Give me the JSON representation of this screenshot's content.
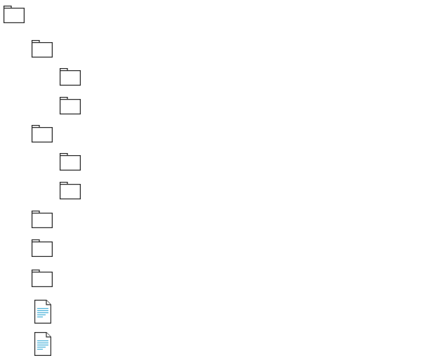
{
  "tree": {
    "nodes": [
      {
        "kind": "folder",
        "icon": "folder-icon",
        "depth": 0
      },
      {
        "kind": "folder",
        "icon": "folder-icon",
        "depth": 1
      },
      {
        "kind": "folder",
        "icon": "folder-icon",
        "depth": 2
      },
      {
        "kind": "folder",
        "icon": "folder-icon",
        "depth": 2
      },
      {
        "kind": "folder",
        "icon": "folder-icon",
        "depth": 1
      },
      {
        "kind": "folder",
        "icon": "folder-icon",
        "depth": 2
      },
      {
        "kind": "folder",
        "icon": "folder-icon",
        "depth": 2
      },
      {
        "kind": "folder",
        "icon": "folder-icon",
        "depth": 1
      },
      {
        "kind": "folder",
        "icon": "folder-icon",
        "depth": 1
      },
      {
        "kind": "folder",
        "icon": "folder-icon",
        "depth": 1
      },
      {
        "kind": "file",
        "icon": "text-file-icon",
        "depth": 1
      },
      {
        "kind": "file",
        "icon": "text-file-icon",
        "depth": 1
      }
    ]
  },
  "colors": {
    "icon_stroke": "#2b2b2b",
    "file_lines": "#4fb3d9",
    "background": "#ffffff"
  }
}
